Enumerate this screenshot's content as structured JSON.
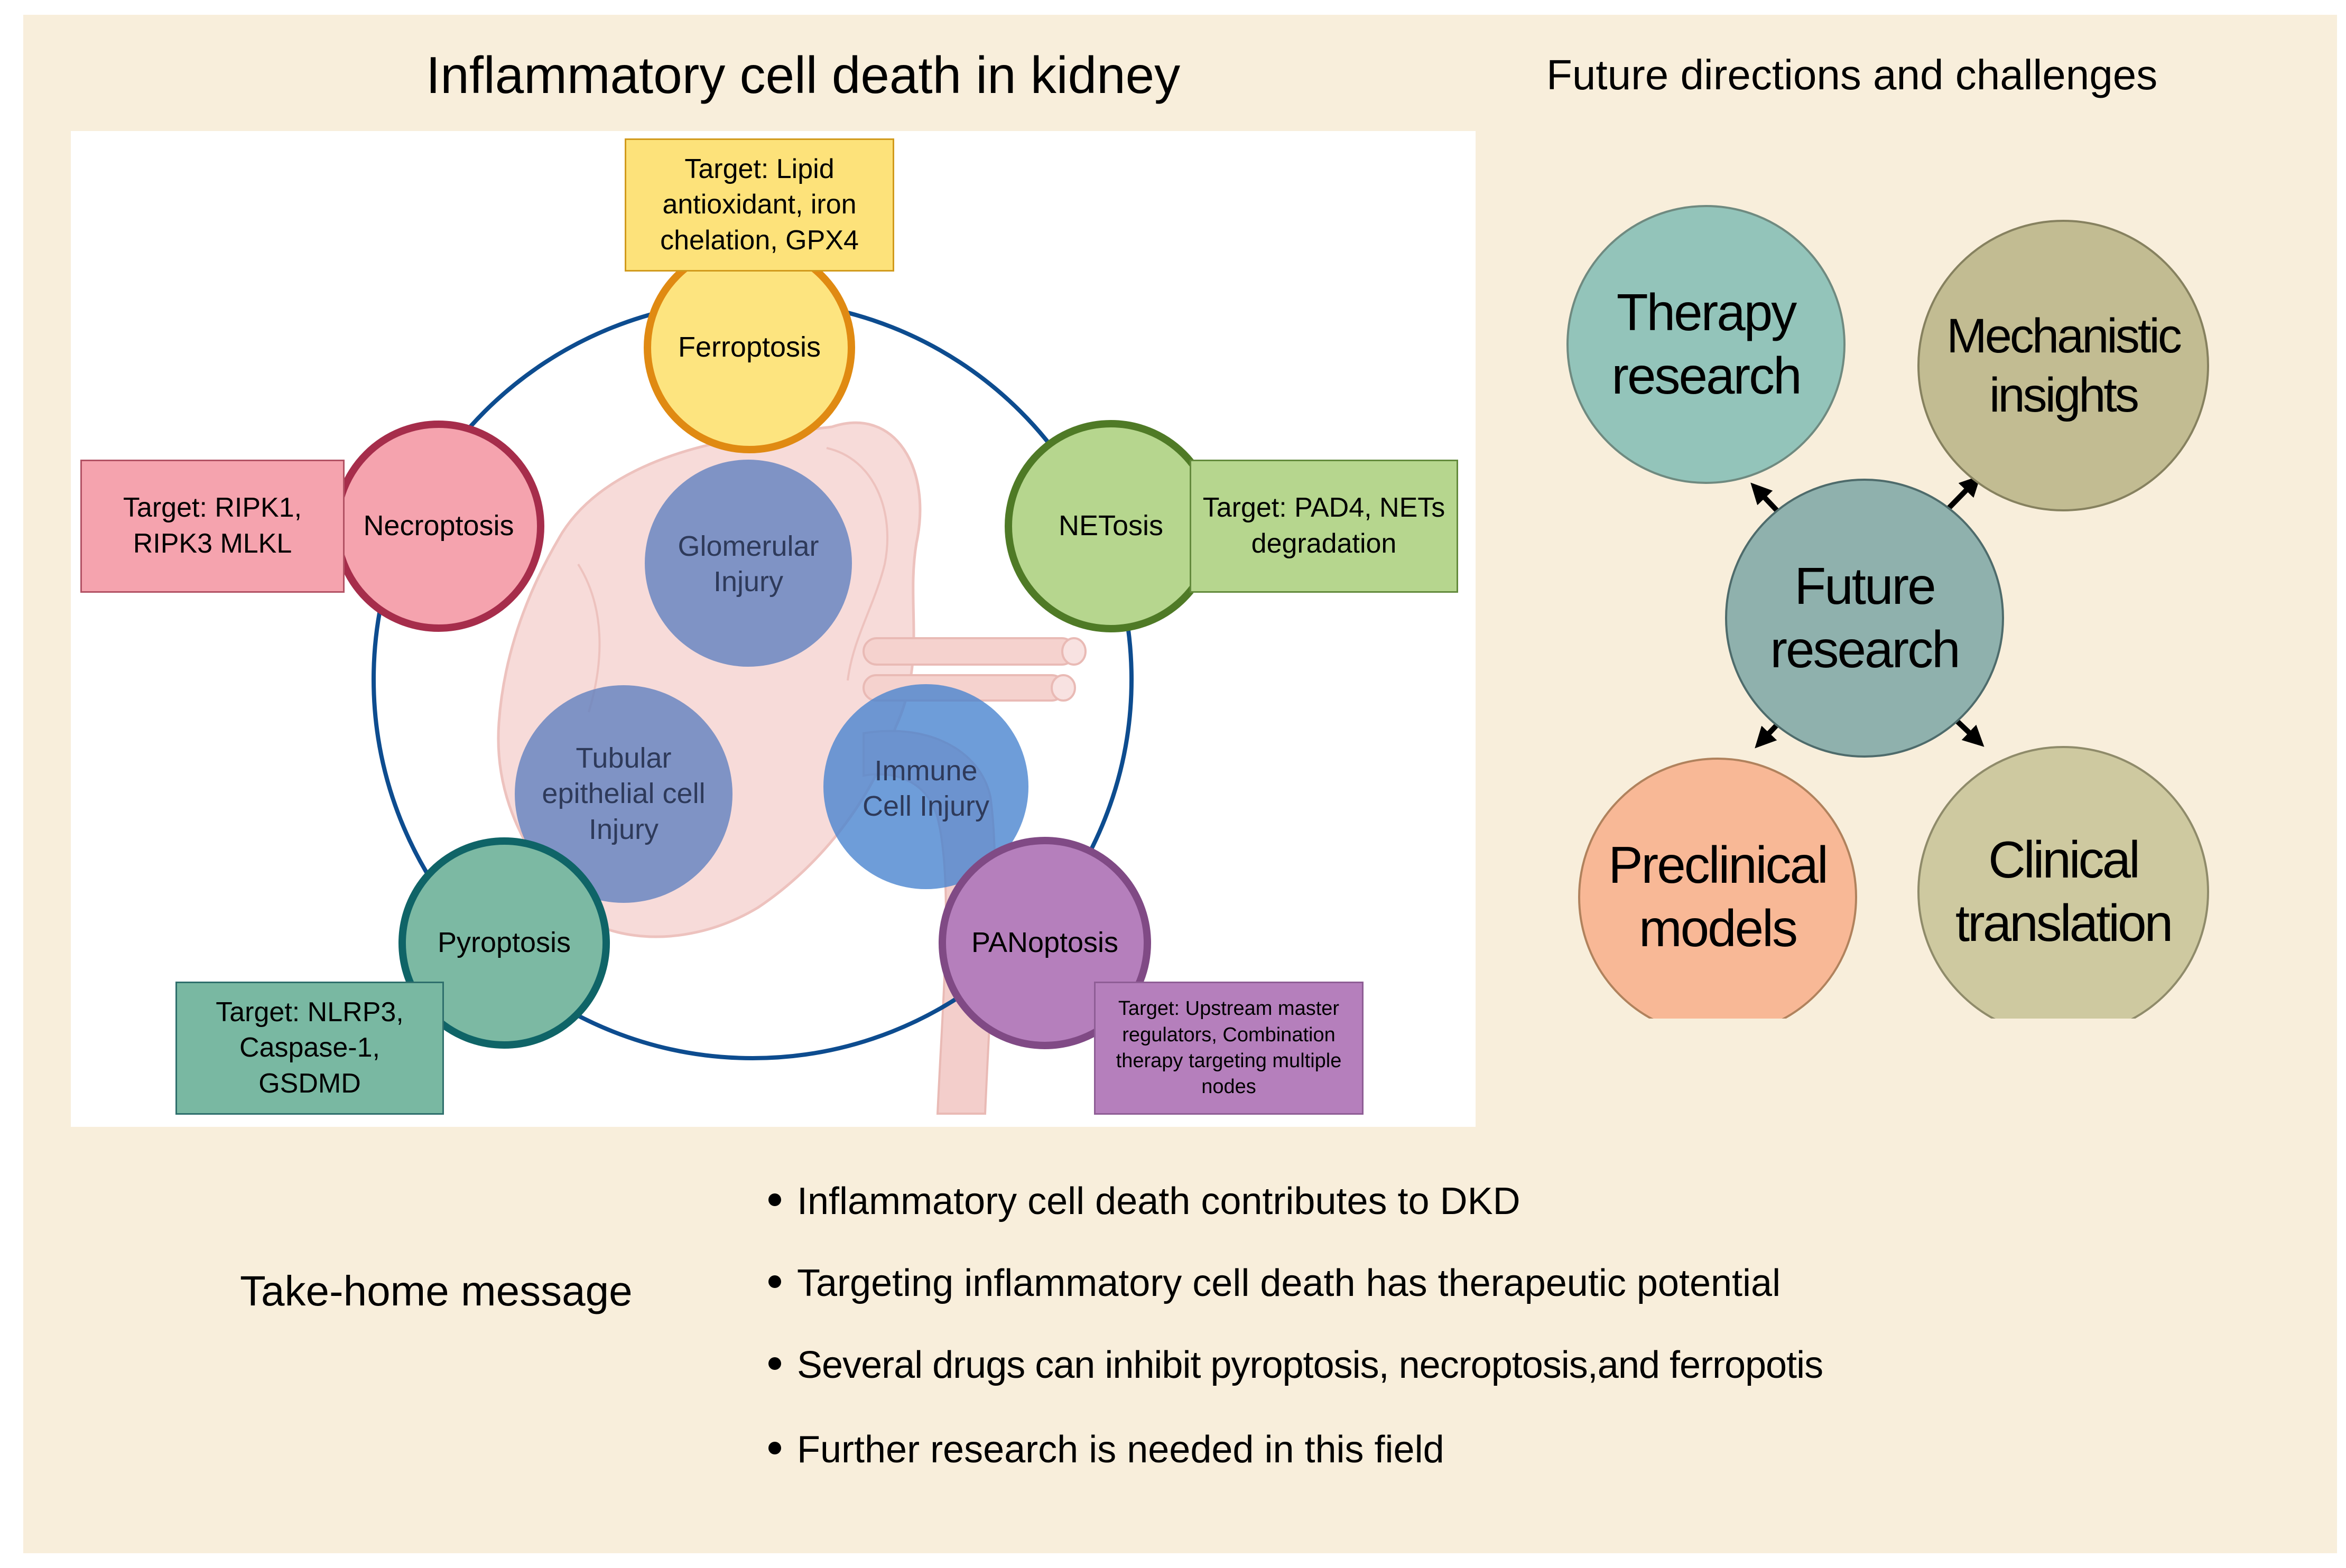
{
  "left": {
    "title": "Inflammatory cell death in kidney",
    "center_nodes": [
      {
        "label": "Glomerular Injury"
      },
      {
        "label": "Tubular epithelial cell Injury"
      },
      {
        "label": "Immune Cell Injury"
      }
    ],
    "death_nodes": [
      {
        "label": "Ferroptosis",
        "target": "Target: Lipid antioxidant, iron chelation, GPX4",
        "fill": "#fde47f",
        "stroke": "#e08a12",
        "box": "#fde27a"
      },
      {
        "label": "Necroptosis",
        "target": "Target: RIPK1, RIPK3 MLKL",
        "fill": "#f5a3ae",
        "stroke": "#a62d4b",
        "box": "#f5a3ae"
      },
      {
        "label": "NETosis",
        "target": "Target: PAD4, NETs degradation",
        "fill": "#b6d68e",
        "stroke": "#4f7a26",
        "box": "#b6d68e"
      },
      {
        "label": "Pyroptosis",
        "target": "Target: NLRP3, Caspase-1, GSDMD",
        "fill": "#7cb9a3",
        "stroke": "#0f6467",
        "box": "#79b8a2"
      },
      {
        "label": "PANoptosis",
        "target": "Target: Upstream master regulators, Combination therapy targeting multiple nodes",
        "fill": "#b57fbc",
        "stroke": "#804a85",
        "box": "#b57fbc"
      }
    ]
  },
  "right": {
    "title": "Future directions and challenges",
    "center": {
      "label": "Future research",
      "fill": "#8fb1ad"
    },
    "nodes": [
      {
        "label": "Therapy research",
        "fill": "#93c4ba"
      },
      {
        "label": "Mechanistic insights",
        "fill": "#c2bc92"
      },
      {
        "label": "Preclinical models",
        "fill": "#f8b896"
      },
      {
        "label": "Clinical translation",
        "fill": "#cec9a0"
      }
    ]
  },
  "takehome": {
    "label": "Take-home message",
    "bullets": [
      "Inflammatory cell death contributes to DKD",
      "Targeting inflammatory cell death has therapeutic potential",
      "Several drugs can inhibit pyroptosis, necroptosis,and ferropotis",
      "Further research is needed in this field"
    ]
  }
}
